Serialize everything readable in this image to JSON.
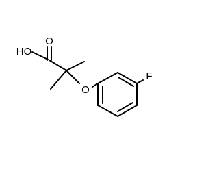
{
  "molecule": {
    "atoms": {
      "carbonyl_oxygen": "O",
      "hydroxyl": "HO",
      "ether_oxygen": "O",
      "fluorine": "F"
    }
  }
}
